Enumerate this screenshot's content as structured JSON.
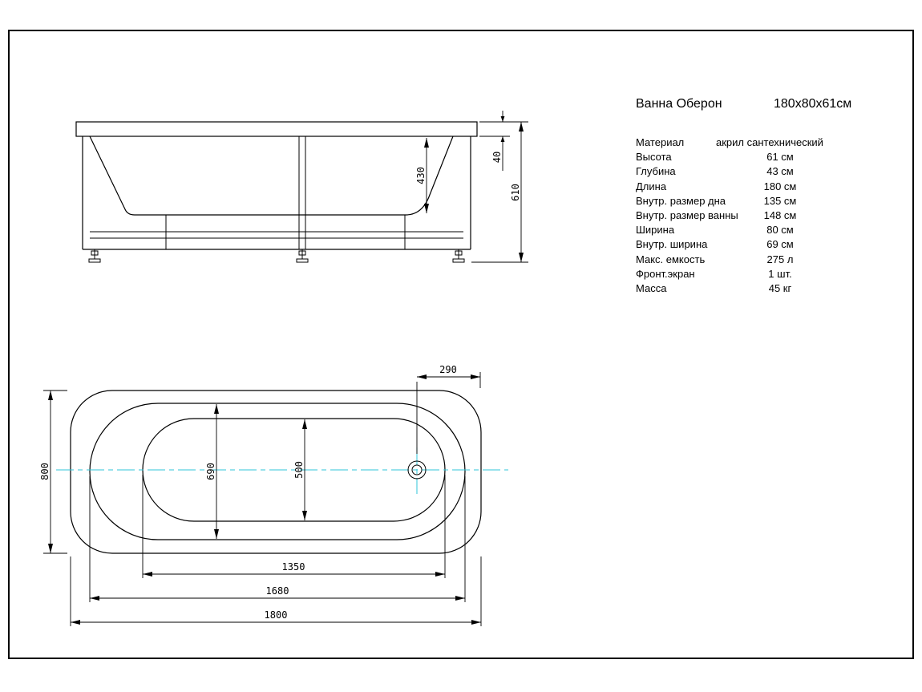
{
  "title": {
    "name": "Ванна Оберон",
    "size": "180х80х61см"
  },
  "specs": [
    {
      "label": "Материал",
      "value": "акрил сантехнический"
    },
    {
      "label": "Высота",
      "value": "61 см"
    },
    {
      "label": "Глубина",
      "value": "43 см"
    },
    {
      "label": "Длина",
      "value": "180 см"
    },
    {
      "label": "Внутр. размер дна",
      "value": "135 см"
    },
    {
      "label": "Внутр. размер ванны",
      "value": "148 см"
    },
    {
      "label": "Ширина",
      "value": "80 см"
    },
    {
      "label": "Внутр. ширина",
      "value": "69 см"
    },
    {
      "label": "Макс. емкость",
      "value": "275 л"
    },
    {
      "label": "Фронт.экран",
      "value": "1 шт."
    },
    {
      "label": "Масса",
      "value": "45 кг"
    }
  ],
  "side_view": {
    "dim_depth": "430",
    "dim_rim": "40",
    "dim_height": "610"
  },
  "plan_view": {
    "dim_drain_offset": "290",
    "dim_width": "800",
    "dim_inner_width": "690",
    "dim_bottom_width": "500",
    "dim_bottom_length": "1350",
    "dim_inner_length": "1680",
    "dim_length": "1800"
  },
  "colors": {
    "line": "#000000",
    "centerline": "#2fc5d8"
  }
}
